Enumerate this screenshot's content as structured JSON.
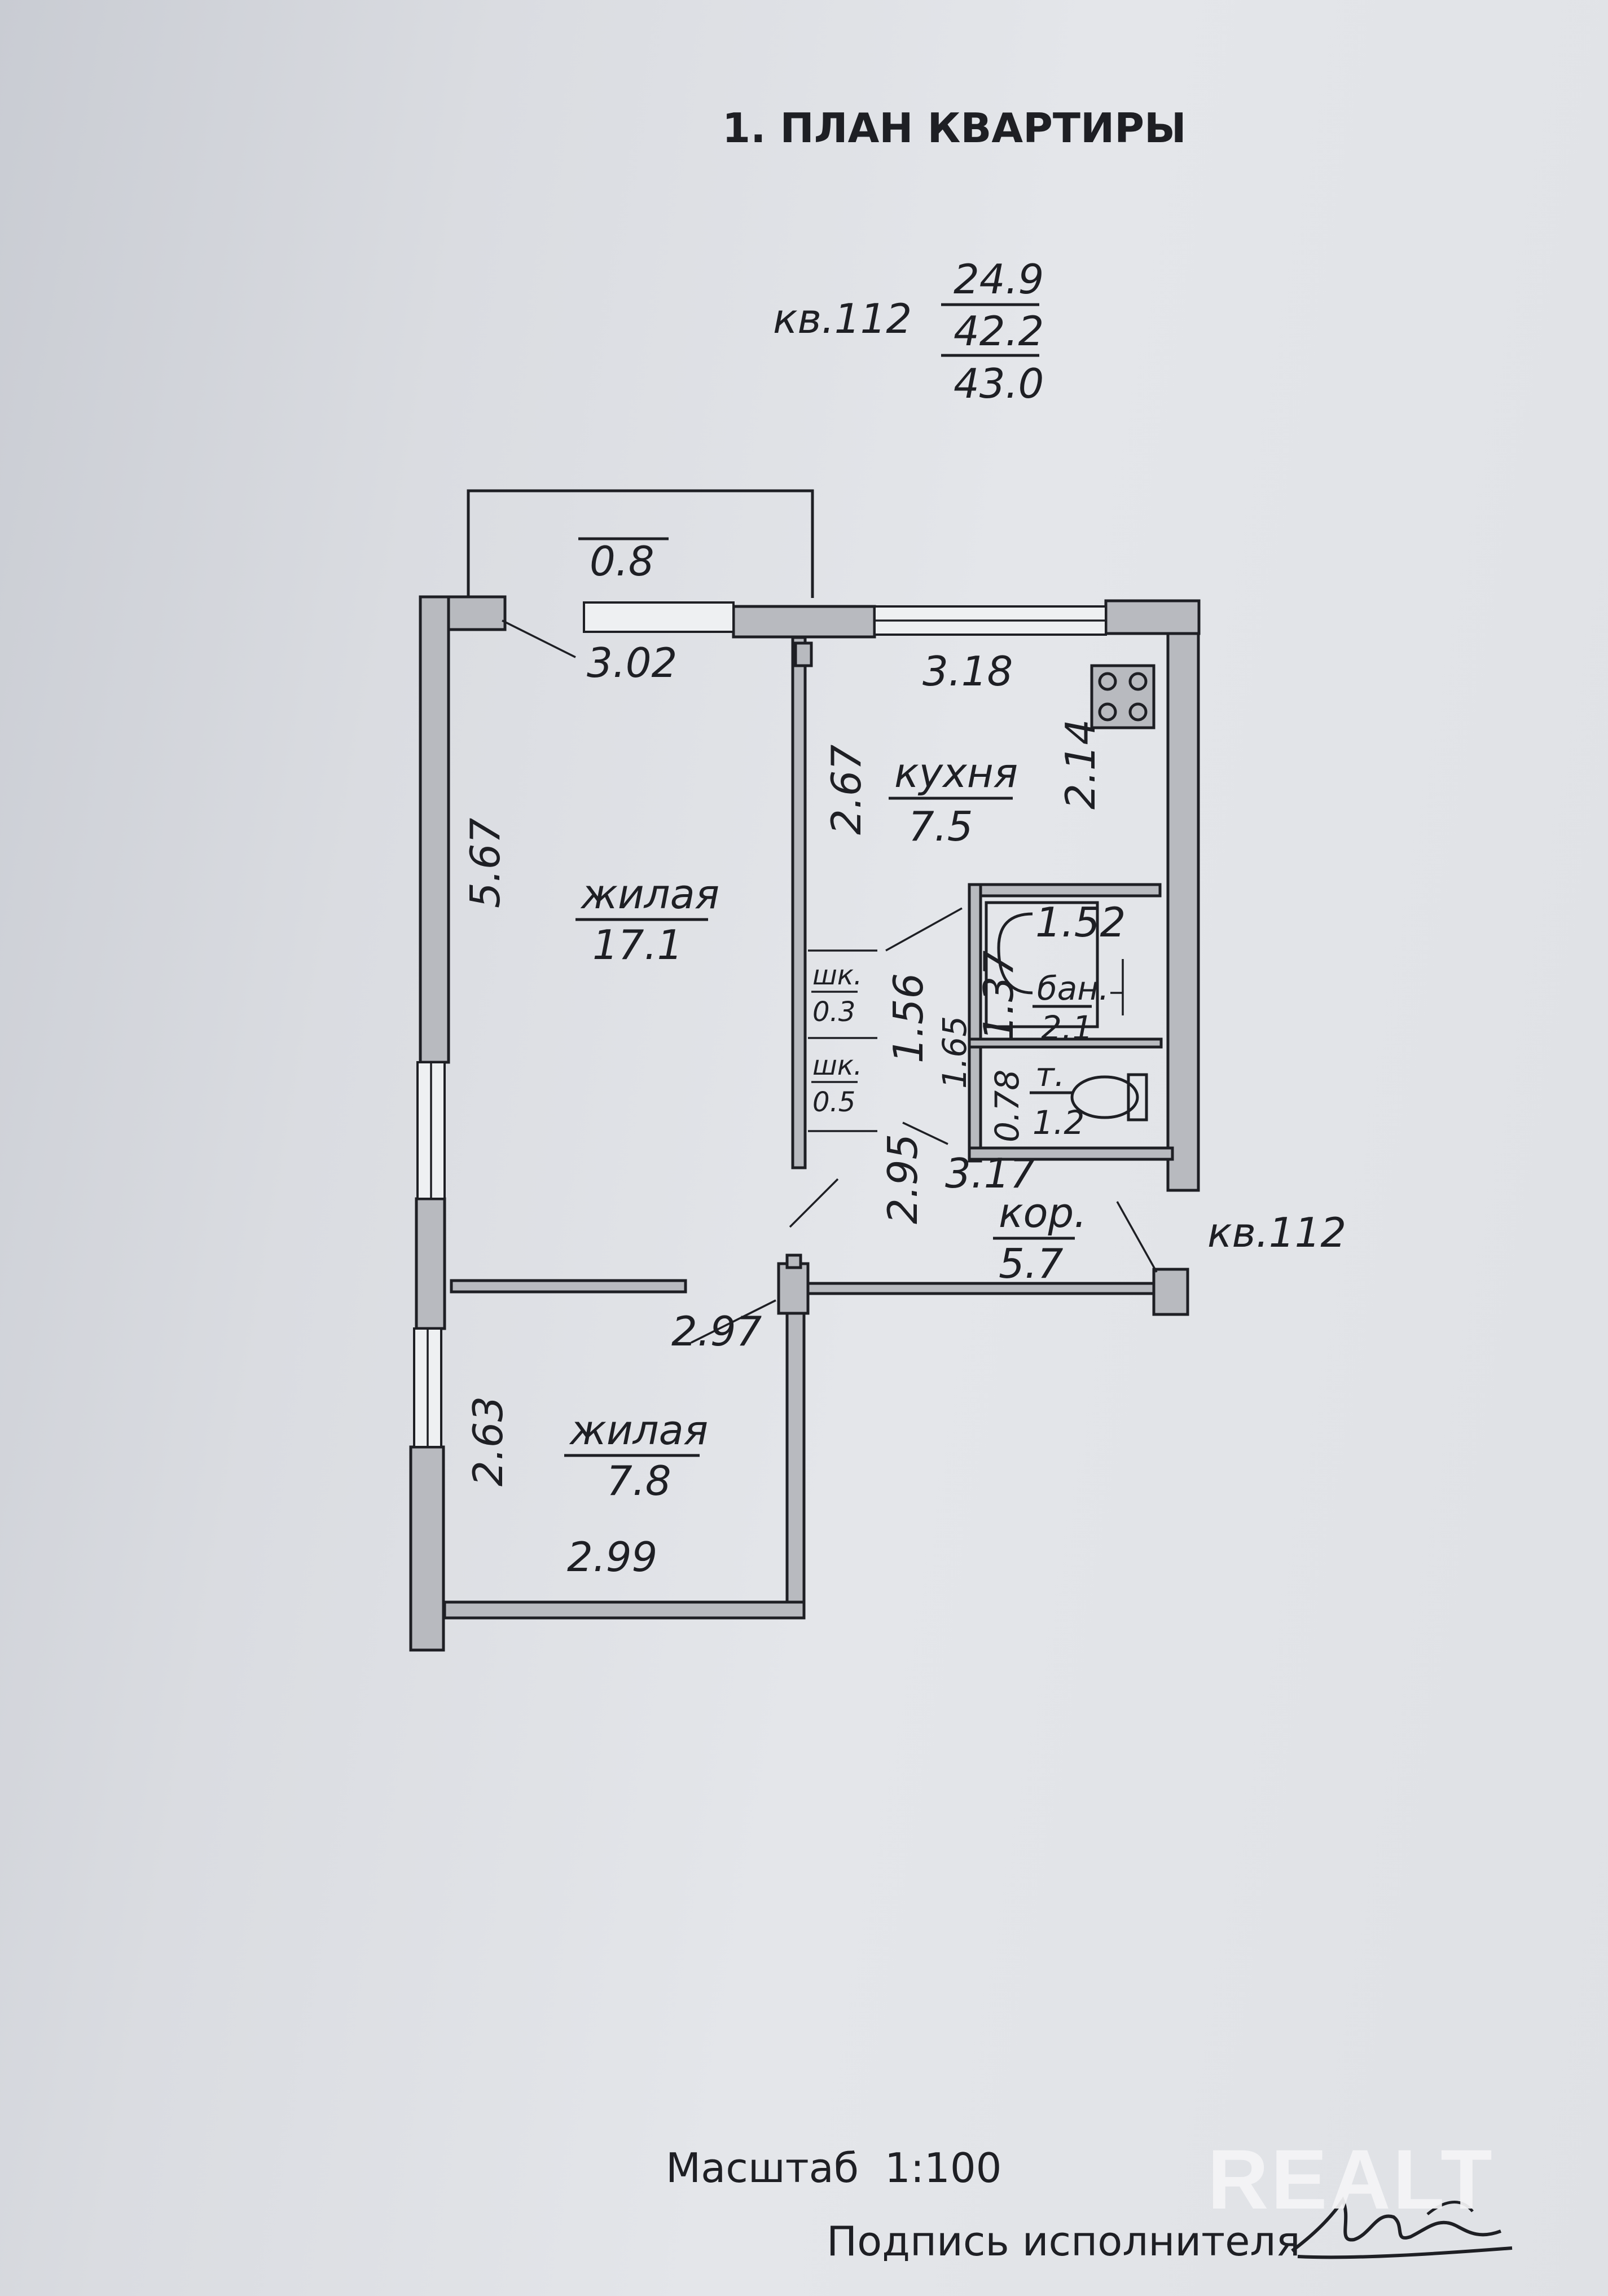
{
  "title": "1. ПЛАН КВАРТИРЫ",
  "apartment": {
    "label": "кв.112",
    "living_area": "24.9",
    "total_area": "42.2",
    "total_with_balcony": "43.0"
  },
  "balcony": {
    "area": "0.8"
  },
  "rooms": {
    "living1": {
      "name": "жилая",
      "area": "17.1"
    },
    "kitchen": {
      "name": "кухня",
      "area": "7.5"
    },
    "bath": {
      "name": "бан.",
      "area": "2.1"
    },
    "toilet": {
      "name": "т.",
      "area": "1.2"
    },
    "closet1": {
      "name": "шк.",
      "area": "0.3"
    },
    "closet2": {
      "name": "шк.",
      "area": "0.5"
    },
    "corridor": {
      "name": "кор.",
      "area": "5.7"
    },
    "living2": {
      "name": "жилая",
      "area": "7.8"
    }
  },
  "dimensions": {
    "d302": "3.02",
    "d318": "3.18",
    "d567": "5.67",
    "d267": "2.67",
    "d214": "2.14",
    "d152": "1.52",
    "d156": "1.56",
    "d137": "1.37",
    "d165": "1.65",
    "d078": "0.78",
    "d295": "2.95",
    "d317": "3.17",
    "d297": "2.97",
    "d263": "2.63",
    "d299": "2.99"
  },
  "side_label": "кв.112",
  "scale": "Масштаб  1:100",
  "signature_label": "Подпись исполнителя",
  "logo": "REALT"
}
